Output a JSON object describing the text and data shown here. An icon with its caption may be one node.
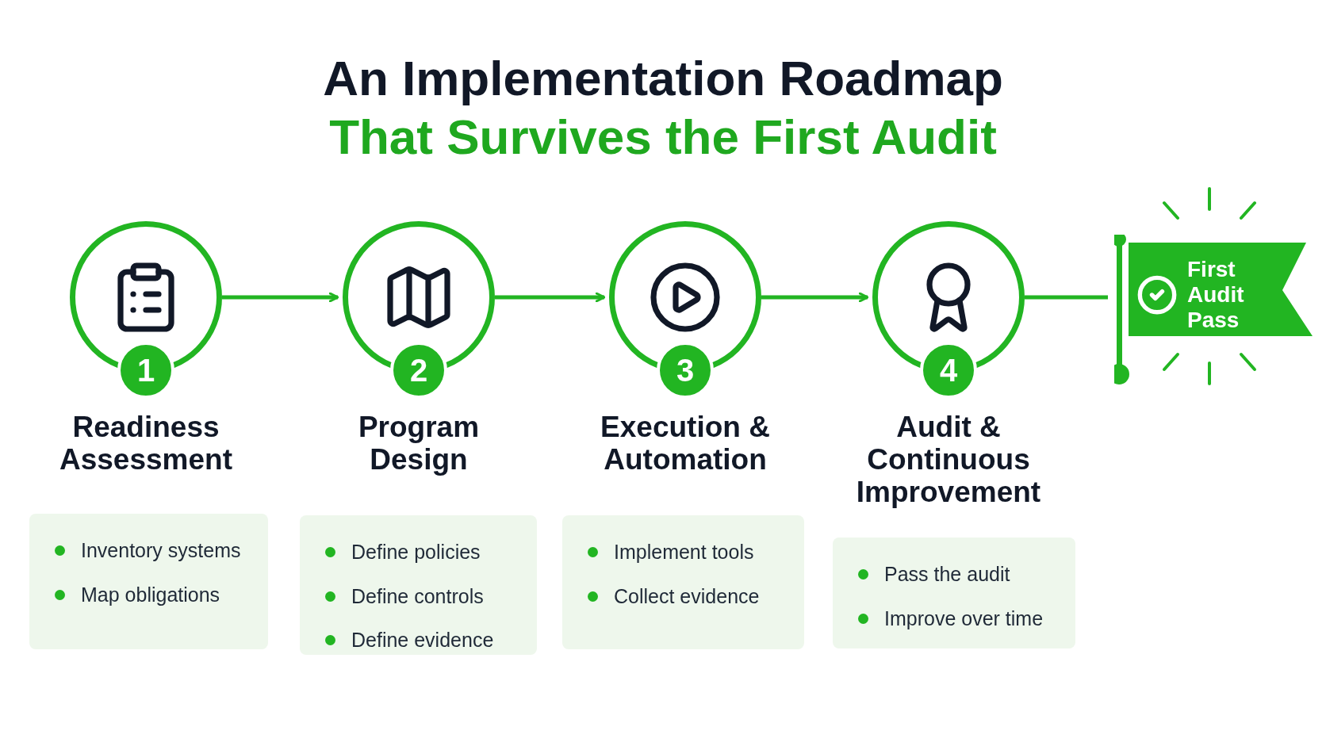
{
  "diagram": {
    "title": "An Implementation Roadmap",
    "nodes": [
      {
        "text": [
          "1",
          "Readiness Assessment"
        ]
      },
      {
        "text": [
          "Inventory systems",
          "Map obligations"
        ]
      },
      {
        "text": [
          "2",
          "Program Design"
        ]
      },
      {
        "text": [
          "Define policies",
          "Define controls",
          "Define evidence"
        ]
      },
      {
        "text": [
          "3",
          "Execution & Automation"
        ]
      },
      {
        "text": [
          "Implement tools",
          "Collect evidence"
        ]
      },
      {
        "text": [
          "4",
          "Audit & Continuous Improvement"
        ]
      },
      {
        "text": [
          "Pass the audit",
          "Improve over time"
        ]
      },
      {
        "text": [
          "First Audit Pass"
        ]
      }
    ],
    "edges": [
      {
        "from": 0,
        "to": 2,
        "arrow": "to"
      },
      {
        "from": 2,
        "to": 4,
        "arrow": "to"
      },
      {
        "from": 4,
        "to": 6,
        "arrow": "to"
      },
      {
        "from": 6,
        "to": 8,
        "arrow": "none"
      }
    ],
    "labels": [
      "That Survives the First Audit"
    ]
  }
}
